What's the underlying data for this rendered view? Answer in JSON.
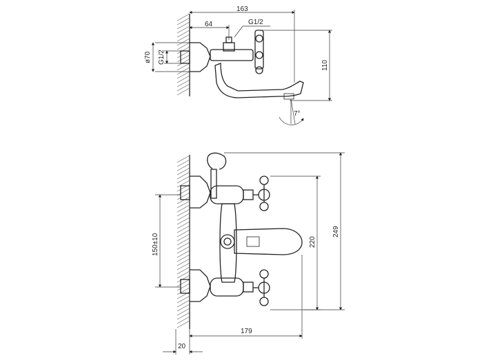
{
  "side_view": {
    "dim_total_depth": "163",
    "dim_inlet_offset": "64",
    "thread_top": "G1/2",
    "dim_flange_diameter": "ø70",
    "thread_inlet": "G1/2",
    "dim_height": "110",
    "spout_angle": "7°"
  },
  "front_view": {
    "dim_center_distance": "150±10",
    "dim_spout_height": "220",
    "dim_overall_height": "249",
    "dim_projection": "179",
    "dim_wall": "20"
  }
}
